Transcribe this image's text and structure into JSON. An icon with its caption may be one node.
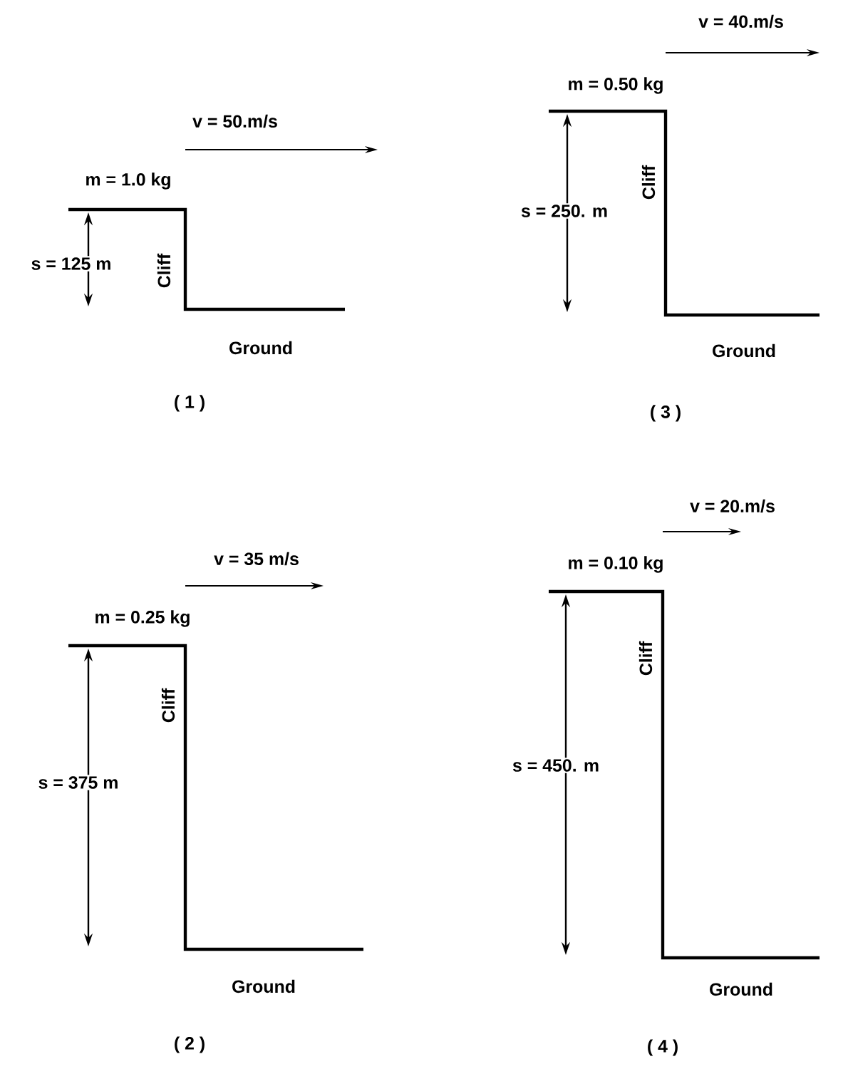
{
  "diagram": {
    "labels": [
      "v = 50.m/s",
      "m = 1.0 kg",
      "s = 125 m",
      "Cliff",
      "Ground",
      "( 1 )",
      "v = 40.m/s",
      "m = 0.50 kg",
      "s = 250. m",
      "Cliff",
      "Ground",
      "( 3 )",
      "v = 35 m/s",
      "m = 0.25 kg",
      "s = 375 m",
      "Cliff",
      "Ground",
      "( 2 )",
      "v = 20.m/s",
      "m = 0.10 kg",
      "s = 450. m",
      "Cliff",
      "Ground",
      "( 4 )"
    ]
  }
}
